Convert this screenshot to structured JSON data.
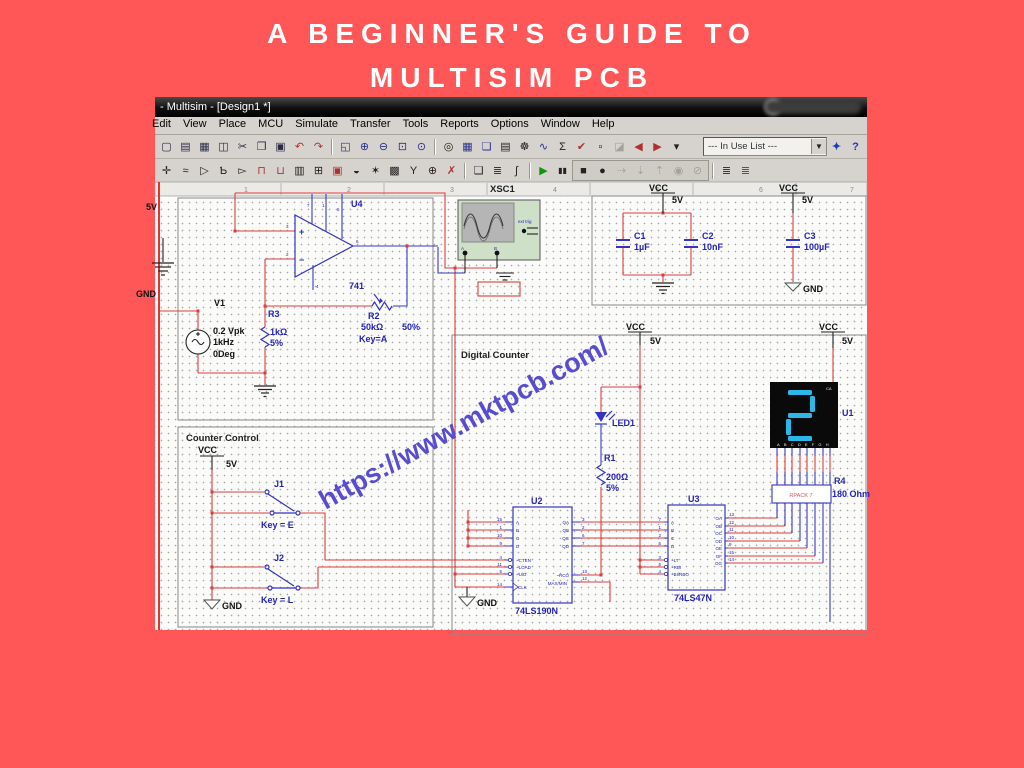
{
  "page": {
    "title_line1": "A BEGINNER'S GUIDE TO",
    "title_line2": "MULTISIM PCB"
  },
  "colors": {
    "background": "#ff5757",
    "wire_red": "#e03c3c",
    "wire_blue": "#3a3ac8",
    "digit_cyan": "#2ab8e8",
    "watermark": "#584dd0"
  },
  "watermark": {
    "text": "https://www.mktpcb.com/"
  },
  "window": {
    "titlebar": {
      "title": "- Multisim - [Design1 *]"
    },
    "menubar": {
      "items": [
        "Edit",
        "View",
        "Place",
        "MCU",
        "Simulate",
        "Transfer",
        "Tools",
        "Reports",
        "Options",
        "Window",
        "Help"
      ]
    },
    "toolbar1": {
      "icons": [
        {
          "n": "new-design-icon",
          "g": "▢"
        },
        {
          "n": "open-icon",
          "g": "▤"
        },
        {
          "n": "print-icon",
          "g": "▦"
        },
        {
          "n": "print-preview-icon",
          "g": "◫"
        },
        {
          "n": "cut-icon",
          "g": "✂"
        },
        {
          "n": "copy-icon",
          "g": "❐"
        },
        {
          "n": "paste-icon",
          "g": "▣"
        },
        {
          "n": "undo-icon",
          "g": "↶"
        },
        {
          "n": "redo-icon",
          "g": "↷"
        },
        {
          "n": "fullscreen-icon",
          "g": "◱"
        },
        {
          "n": "zoom-in-icon",
          "g": "⊕"
        },
        {
          "n": "zoom-out-icon",
          "g": "⊖"
        },
        {
          "n": "zoom-area-icon",
          "g": "⊡"
        },
        {
          "n": "zoom-fit-icon",
          "g": "⊙"
        },
        {
          "n": "find-icon",
          "g": "◎"
        },
        {
          "n": "spreadsheet-icon",
          "g": "▦"
        },
        {
          "n": "toolbox-icon",
          "g": "❏"
        },
        {
          "n": "database-icon",
          "g": "▤"
        },
        {
          "n": "wizard-icon",
          "g": "☸"
        },
        {
          "n": "grapher-icon",
          "g": "∿"
        },
        {
          "n": "postprocessor-icon",
          "g": "Σ"
        },
        {
          "n": "erc-icon",
          "g": "✔"
        },
        {
          "n": "region-icon",
          "g": "▫"
        },
        {
          "n": "ultiboard-icon",
          "g": "◪"
        },
        {
          "n": "back-annotate-icon",
          "g": "◀"
        },
        {
          "n": "forward-annotate-icon",
          "g": "▶"
        },
        {
          "n": "more-icon",
          "g": "▾"
        },
        {
          "n": "web-icon",
          "g": "✦"
        },
        {
          "n": "help-icon",
          "g": "?"
        }
      ],
      "in_use_list": {
        "value": "--- In Use List ---",
        "arrow": "▼"
      }
    },
    "toolbar2": {
      "icons": [
        {
          "n": "source-icon",
          "g": "✛"
        },
        {
          "n": "basic-icon",
          "g": "≈"
        },
        {
          "n": "diode-icon",
          "g": "▷"
        },
        {
          "n": "transistor-icon",
          "g": "Ƅ"
        },
        {
          "n": "analog-icon",
          "g": "▻"
        },
        {
          "n": "ttl-icon",
          "g": "⊓"
        },
        {
          "n": "cmos-icon",
          "g": "⊔"
        },
        {
          "n": "misc-digital-icon",
          "g": "▥"
        },
        {
          "n": "mixed-icon",
          "g": "⊞"
        },
        {
          "n": "indicator-icon",
          "g": "▣"
        },
        {
          "n": "power-icon",
          "g": "◒"
        },
        {
          "n": "misc-icon",
          "g": "✶"
        },
        {
          "n": "peripheral-icon",
          "g": "▩"
        },
        {
          "n": "rf-icon",
          "g": "Y"
        },
        {
          "n": "electromech-icon",
          "g": "⊕"
        },
        {
          "n": "mcu-icon",
          "g": "✗"
        },
        {
          "n": "hierarchy-icon",
          "g": "❏"
        },
        {
          "n": "bus-icon",
          "g": "≣"
        },
        {
          "n": "probe-icon",
          "g": "∫"
        },
        {
          "n": "run-icon",
          "g": "▶"
        },
        {
          "n": "pause-icon",
          "g": "▮▮"
        },
        {
          "n": "stop-icon",
          "g": "■"
        },
        {
          "n": "dot-icon",
          "g": "●"
        },
        {
          "n": "step-into-icon",
          "g": "⇢"
        },
        {
          "n": "step-over-icon",
          "g": "⇣"
        },
        {
          "n": "step-out-icon",
          "g": "⇡"
        },
        {
          "n": "breakpoint-icon",
          "g": "◉"
        },
        {
          "n": "pause-break-icon",
          "g": "⊘"
        },
        {
          "n": "netlist-icon",
          "g": "≣"
        },
        {
          "n": "partlist-icon",
          "g": "≣"
        }
      ]
    }
  },
  "schematic": {
    "ruler": [
      "1",
      "2",
      "3",
      "4",
      "5",
      "6",
      "7"
    ],
    "left_rail": {
      "v5": "5V",
      "gnd": "GND"
    },
    "opamp_sec": {
      "u4": "U4",
      "part": "741",
      "plus": "+",
      "minus": "−",
      "p7": "7",
      "p1": "1",
      "p5": "5",
      "p3": "3",
      "p2": "2",
      "p4": "4",
      "p6": "6",
      "v1": {
        "ref": "V1",
        "a": "0.2 Vpk",
        "b": "1kHz",
        "c": "0Deg"
      },
      "r3": {
        "ref": "R3",
        "val": "1kΩ",
        "tol": "5%"
      },
      "r2": {
        "ref": "R2",
        "val": "50kΩ",
        "key": "Key=A",
        "pct": "50%"
      }
    },
    "scope": {
      "ref": "XSC1",
      "ext": "ext trig",
      "a": "A",
      "b": "B",
      "gnd": "GND"
    },
    "caps": {
      "vcc": "VCC",
      "v5": "5V",
      "gnd": "GND",
      "c1": {
        "ref": "C1",
        "val": "1µF"
      },
      "c2": {
        "ref": "C2",
        "val": "10nF"
      },
      "c3": {
        "ref": "C3",
        "val": "100µF"
      }
    },
    "cc": {
      "title": "Counter Control",
      "vcc": "VCC",
      "v5": "5V",
      "j1": "J1",
      "key_e": "Key = E",
      "j2": "J2",
      "key_l": "Key = L",
      "gnd": "GND"
    },
    "dc": {
      "title": "Digital Counter",
      "vcc": "VCC",
      "v5": "5V",
      "led": "LED1",
      "gnd": "GND",
      "r1": {
        "ref": "R1",
        "val": "200Ω",
        "tol": "5%"
      },
      "u1": {
        "ref": "U1",
        "ca": "CA",
        "pins": "ABCDEFGH"
      },
      "r4": {
        "ref": "R4",
        "val": "180 Ohm",
        "pack": "RPACK 7"
      },
      "u2": {
        "ref": "U2",
        "part": "74LS190N",
        "in_l": [
          "A",
          "B",
          "C",
          "D"
        ],
        "in_n": [
          "15",
          "1",
          "10",
          "9"
        ],
        "out_l": [
          "QA",
          "QB",
          "QC",
          "QD"
        ],
        "out_n": [
          "3",
          "2",
          "6",
          "7"
        ],
        "ctl_l": [
          "~CTEN",
          "~LOAD",
          "~U/D",
          "CLK"
        ],
        "ctl_n": [
          "4",
          "11",
          "5",
          "14"
        ],
        "rco": "~RCO",
        "rco_n": "13",
        "mm": "MAX/MIN",
        "mm_n": "12"
      },
      "u3": {
        "ref": "U3",
        "part": "74LS47N",
        "in_l": [
          "A",
          "B",
          "C",
          "D"
        ],
        "in_n": [
          "7",
          "1",
          "2",
          "6"
        ],
        "ctl_l": [
          "~LT",
          "~RBI",
          "~BI/RBO"
        ],
        "ctl_n": [
          "3",
          "5",
          "4"
        ],
        "out_l": [
          "OA",
          "OB",
          "OC",
          "OD",
          "OE",
          "OF",
          "OG"
        ],
        "out_n": [
          "13",
          "12",
          "11",
          "10",
          "9",
          "15",
          "14"
        ]
      }
    }
  }
}
